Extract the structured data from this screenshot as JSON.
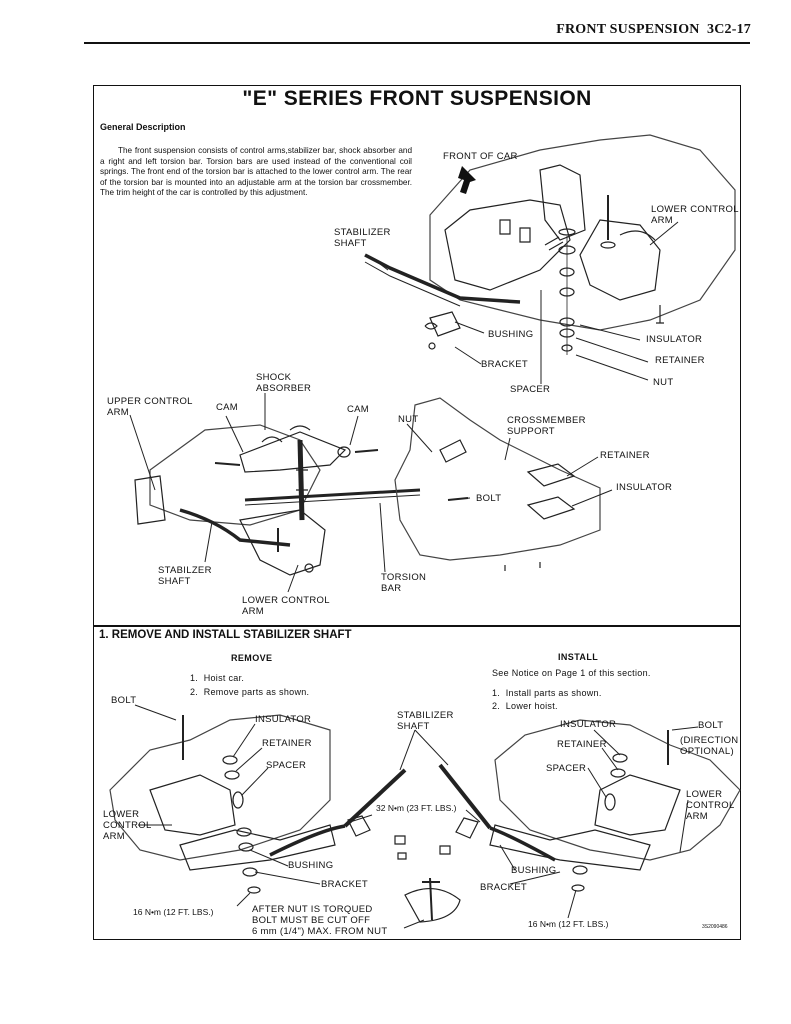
{
  "header": {
    "title": "FRONT SUSPENSION",
    "page": "3C2-17"
  },
  "figure_title": "\"E\" SERIES FRONT SUSPENSION",
  "general_description": {
    "heading": "General Description",
    "body": "The front suspension consists of control arms,stabilizer bar, shock absorber and a right and left torsion bar. Torsion bars are used instead of the conventional coil springs. The front end of the torsion bar is attached to the lower control arm. The rear of the torsion bar is mounted into an adjustable arm at the torsion bar crossmember. The trim height of the car is controlled by this adjustment."
  },
  "top_diagram_labels": {
    "front_of_car": "FRONT OF CAR",
    "stabilizer_shaft": "STABILIZER\nSHAFT",
    "lower_control_arm": "LOWER CONTROL\nARM",
    "bushing": "BUSHING",
    "insulator": "INSULATOR",
    "bracket": "BRACKET",
    "retainer": "RETAINER",
    "nut": "NUT",
    "spacer": "SPACER"
  },
  "middle_diagram_labels": {
    "shock_absorber": "SHOCK\nABSORBER",
    "upper_control_arm": "UPPER CONTROL\nARM",
    "cam_left": "CAM",
    "cam_right": "CAM",
    "nut": "NUT",
    "crossmember_support": "CROSSMEMBER\nSUPPORT",
    "retainer": "RETAINER",
    "insulator": "INSULATOR",
    "bolt": "BOLT",
    "stabilizer_shaft": "STABILZER\nSHAFT",
    "torsion_bar": "TORSION\nBAR",
    "lower_control_arm": "LOWER CONTROL\nARM"
  },
  "section": {
    "title": "1. REMOVE AND INSTALL STABILIZER SHAFT",
    "remove": {
      "heading": "REMOVE",
      "steps": [
        "1.  Hoist car.",
        "2.  Remove parts as shown."
      ]
    },
    "install": {
      "heading": "INSTALL",
      "notice": "See Notice on Page 1 of this section.",
      "steps": [
        "1.  Install parts as shown.",
        "2.  Lower hoist."
      ]
    }
  },
  "bottom_diagram_labels": {
    "bolt_left": "BOLT",
    "insulator_left": "INSULATOR",
    "retainer_left": "RETAINER",
    "spacer_left": "SPACER",
    "lower_control_arm_left": "LOWER\nCONTROL\nARM",
    "bushing_left": "BUSHING",
    "bracket_left": "BRACKET",
    "torque_left": "16 N•m (12 FT. LBS.)",
    "nut_note": "AFTER NUT IS TORQUED\nBOLT MUST BE CUT OFF\n6 mm (1/4\") MAX. FROM NUT",
    "stabilizer_shaft": "STABILIZER\nSHAFT",
    "torque_center": "32 N•m (23 FT. LBS.)",
    "insulator_right": "INSULATOR",
    "retainer_right": "RETAINER",
    "spacer_right": "SPACER",
    "bolt_right": "BOLT",
    "direction_note": "(DIRECTION\nOPTIONAL)",
    "lower_control_arm_right": "LOWER\nCONTROL\nARM",
    "bushing_right": "BUSHING",
    "bracket_right": "BRACKET",
    "torque_right": "16 N•m (12 FT. LBS.)",
    "figure_id": "3S2090486"
  }
}
